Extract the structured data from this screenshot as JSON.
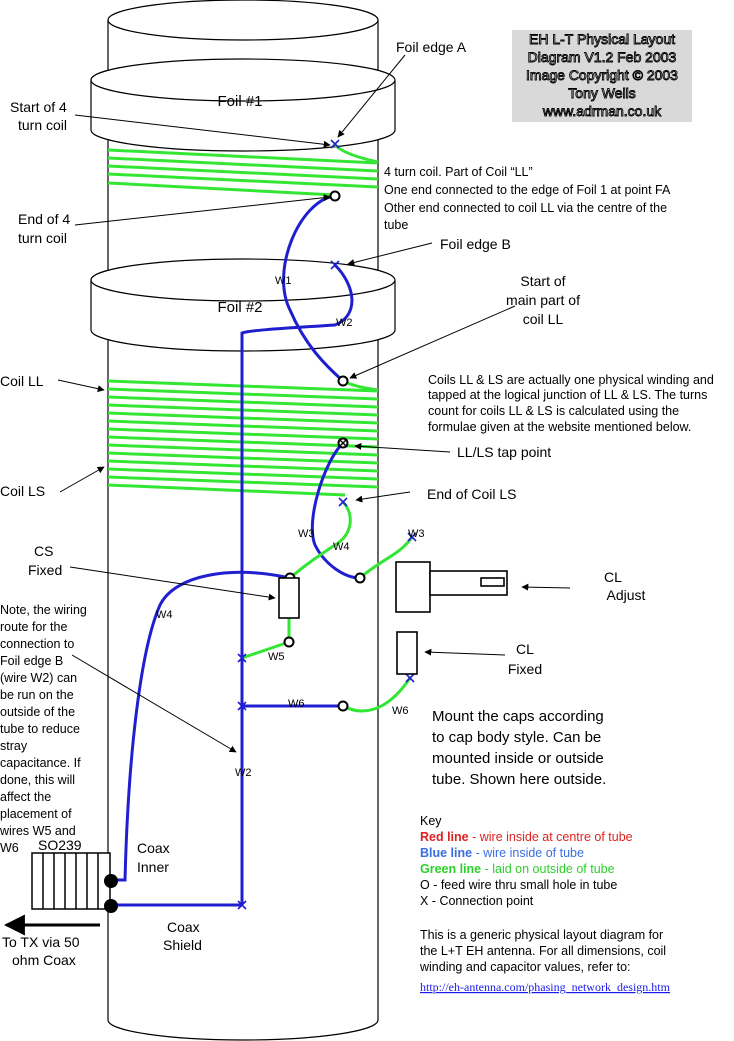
{
  "title_block": {
    "lines": [
      "EH L-T Physical Layout",
      "Diagram V1.2 Feb 2003",
      "Image Copyright © 2003",
      "Tony Wells",
      "www.adrman.co.uk"
    ]
  },
  "labels": {
    "foil1": "Foil #1",
    "foil2": "Foil #2",
    "foil_edge_a": "Foil edge A",
    "foil_edge_b": "Foil edge B",
    "start_4turn": [
      "Start of 4",
      "turn coil"
    ],
    "end_4turn": [
      "End of 4",
      "turn coil"
    ],
    "coil_note": [
      "4 turn coil. Part of Coil “LL”",
      "One end connected to the edge of Foil 1 at point FA",
      "Other end connected to coil LL via the centre of the",
      "tube"
    ],
    "start_main": [
      "Start of",
      "main part of",
      "coil LL"
    ],
    "coils_note": [
      "Coils LL & LS are actually one physical winding and",
      "tapped at the logical junction of LL & LS. The turns",
      "count for coils LL & LS is calculated using the",
      "formulae given at the website mentioned below."
    ],
    "coil_ll": "Coil LL",
    "coil_ls": "Coil LS",
    "tap_point": "LL/LS tap point",
    "end_coil_ls": "End of Coil LS",
    "cs_fixed": [
      "CS",
      "Fixed"
    ],
    "cl_adjust": [
      "CL",
      "Adjust"
    ],
    "cl_fixed": [
      "CL",
      "Fixed"
    ],
    "wiring_note": [
      "Note, the wiring",
      "route for the",
      "connection to",
      "Foil edge B",
      "(wire W2) can",
      "be run on the",
      "outside of the",
      "tube to reduce",
      "stray",
      "capacitance. If",
      "done, this will",
      "affect the",
      "placement of",
      "wires W5 and",
      "W6"
    ],
    "mount_note": [
      "Mount the caps according",
      "to cap body style. Can be",
      "mounted inside or outside",
      "tube. Shown here outside."
    ],
    "so239": "SO239",
    "coax_inner": [
      "Coax",
      "Inner"
    ],
    "coax_shield": [
      "Coax",
      "Shield"
    ],
    "to_tx": [
      "To TX via 50",
      "ohm Coax"
    ]
  },
  "wires": {
    "w1": "W1",
    "w2a": "W2",
    "w2b": "W2",
    "w3a": "W3",
    "w3b": "W3",
    "w4a": "W4",
    "w4b": "W4",
    "w5": "W5",
    "w6a": "W6",
    "w6b": "W6"
  },
  "key": {
    "heading": "Key",
    "red_term": "Red line",
    "red_desc": " - wire inside at centre of tube",
    "blue_term": "Blue line",
    "blue_desc": " - wire inside of tube",
    "green_term": "Green line",
    "green_desc": " - laid on outside of tube",
    "o_desc": "O - feed wire thru small hole in tube",
    "x_desc": "X - Connection point",
    "colors": {
      "red": "#e02020",
      "blue": "#1f1fd0",
      "green": "#33e633"
    }
  },
  "footer": {
    "lines": [
      "This is a generic physical layout diagram for",
      "the L+T EH antenna. For all dimensions, coil",
      "winding and capacitor values, refer to:"
    ],
    "link": "http://eh-antenna.com/phasing_network_design.htm"
  }
}
